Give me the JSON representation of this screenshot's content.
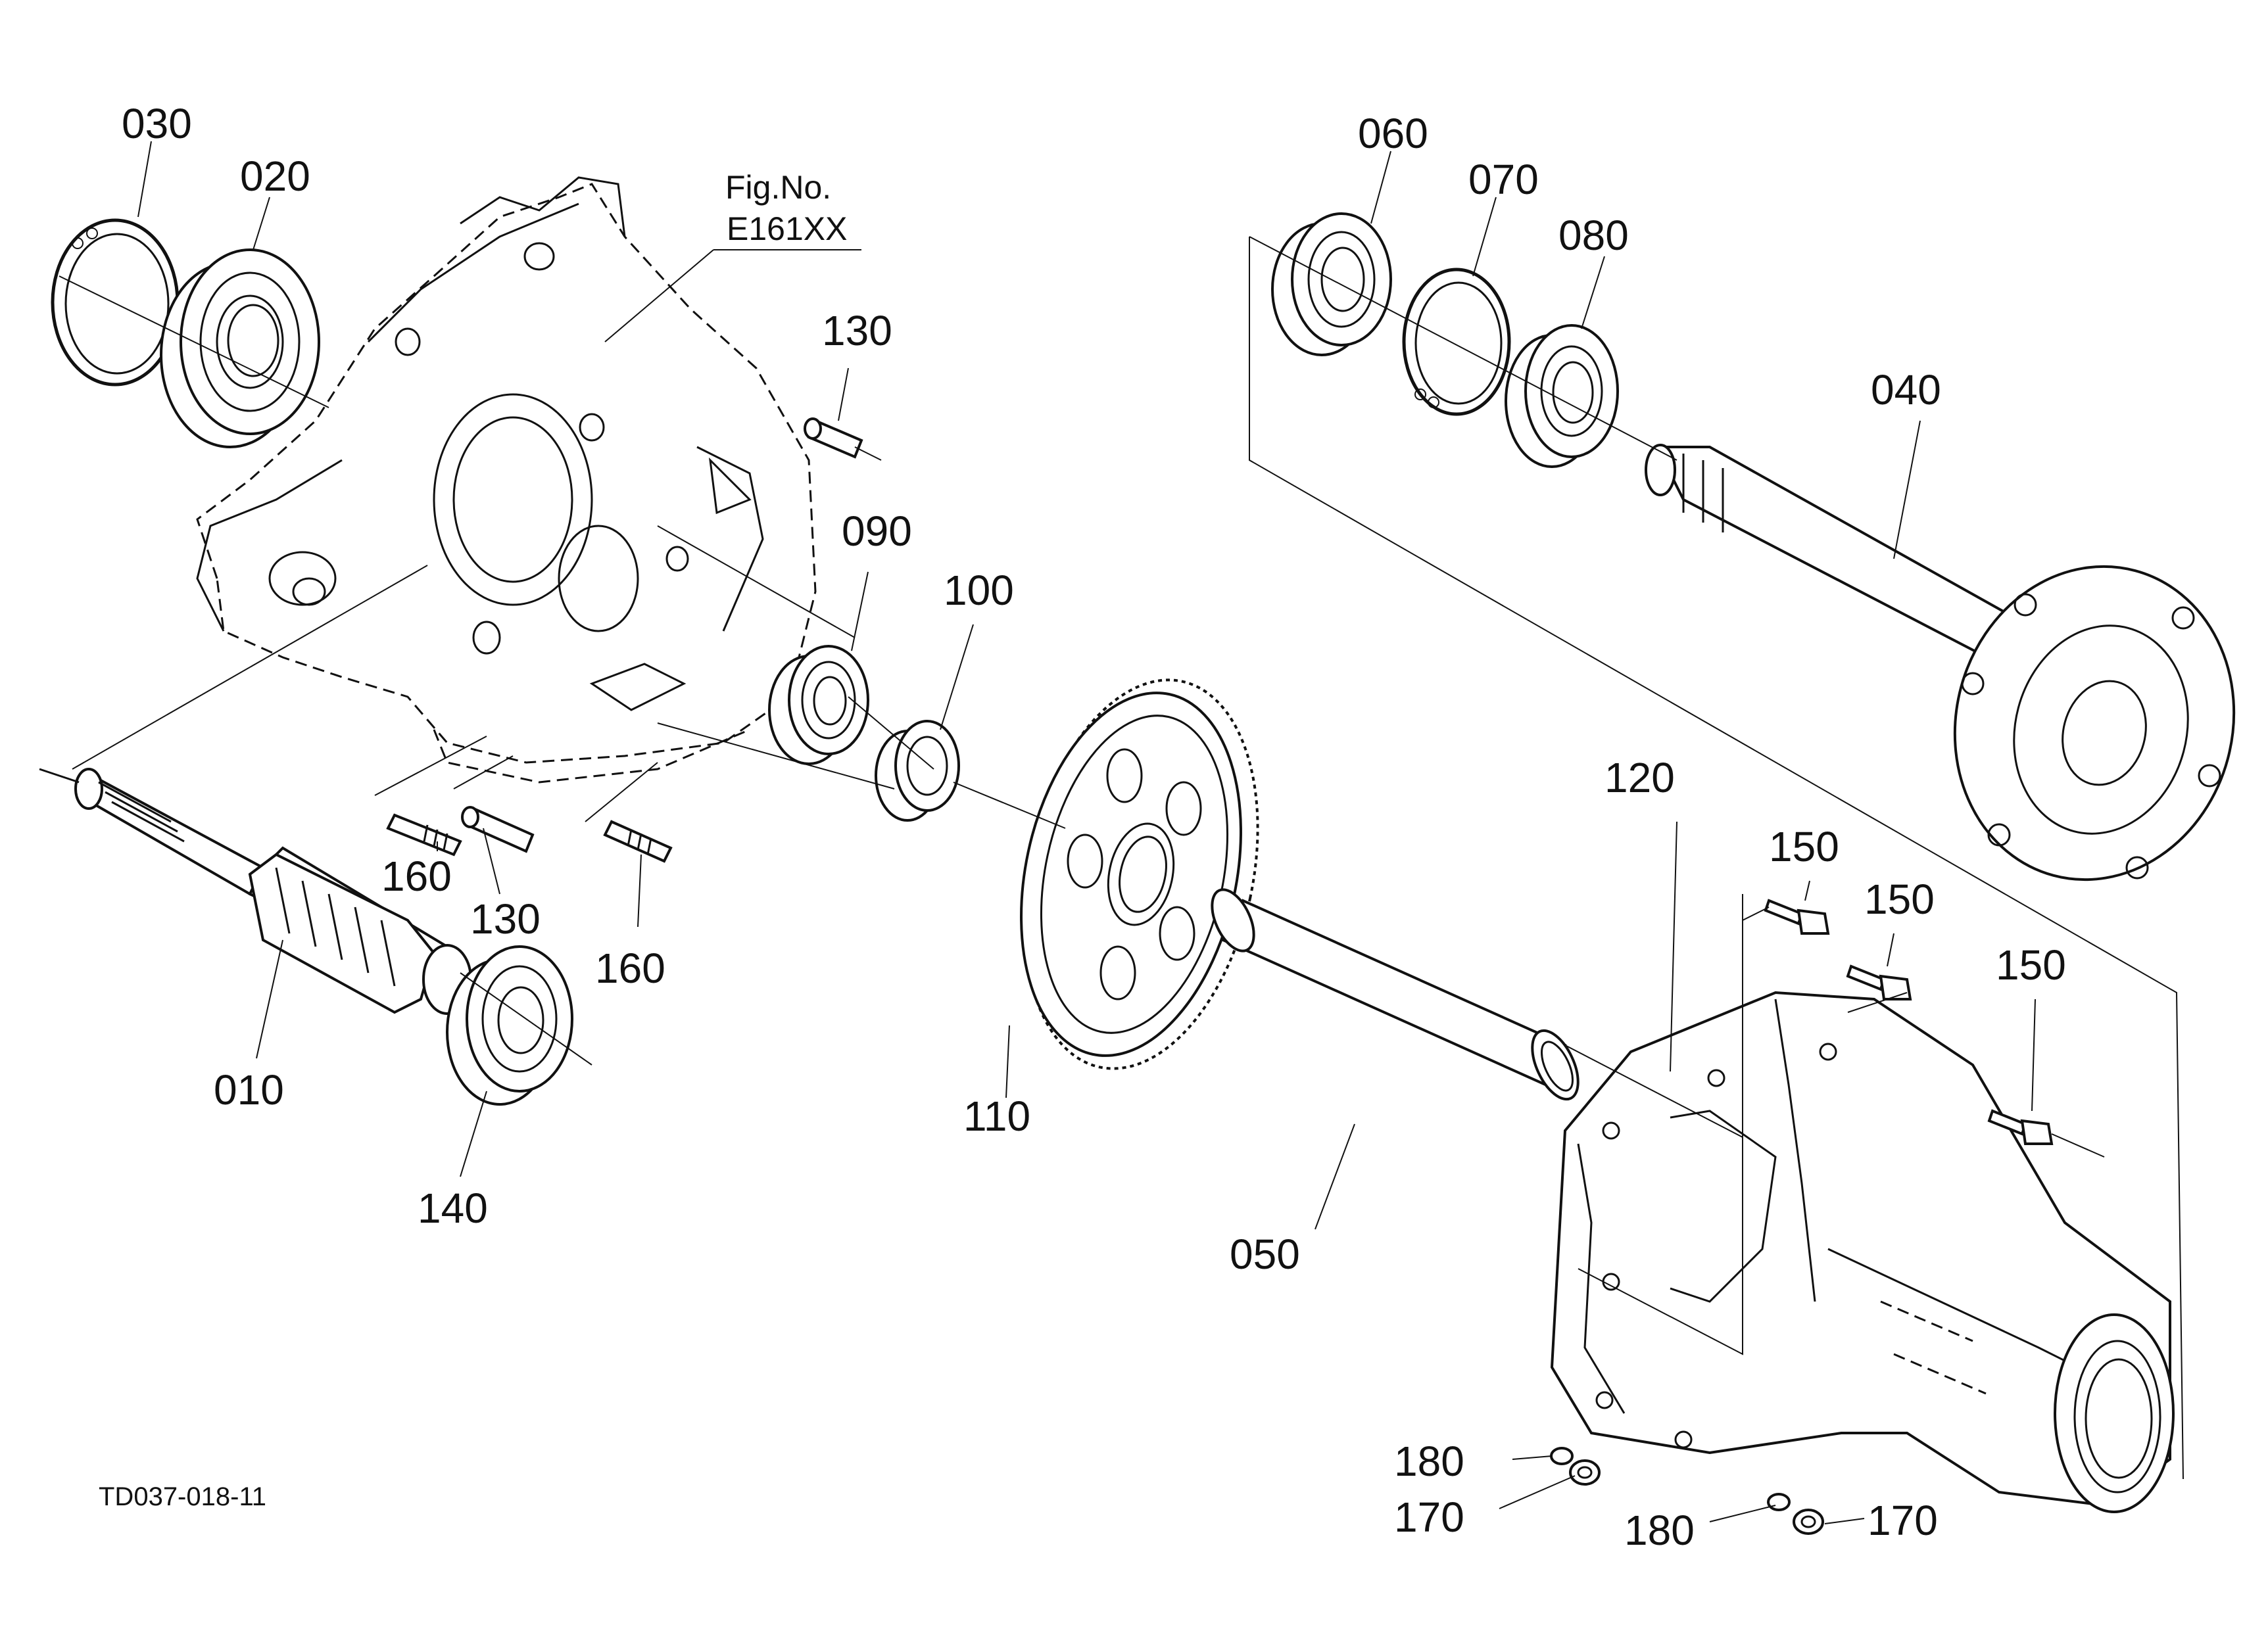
{
  "figure": {
    "fig_no_label": "Fig.No.",
    "fig_no_value": "E161XX",
    "drawing_id": "TD037-018-11"
  },
  "parts": {
    "p010": "010",
    "p020": "020",
    "p030": "030",
    "p040": "040",
    "p050": "050",
    "p060": "060",
    "p070": "070",
    "p080": "080",
    "p090": "090",
    "p100": "100",
    "p110": "110",
    "p120": "120",
    "p130a": "130",
    "p130b": "130",
    "p140": "140",
    "p150a": "150",
    "p150b": "150",
    "p150c": "150",
    "p160a": "160",
    "p160b": "160",
    "p170a": "170",
    "p170b": "170",
    "p180a": "180",
    "p180b": "180"
  }
}
